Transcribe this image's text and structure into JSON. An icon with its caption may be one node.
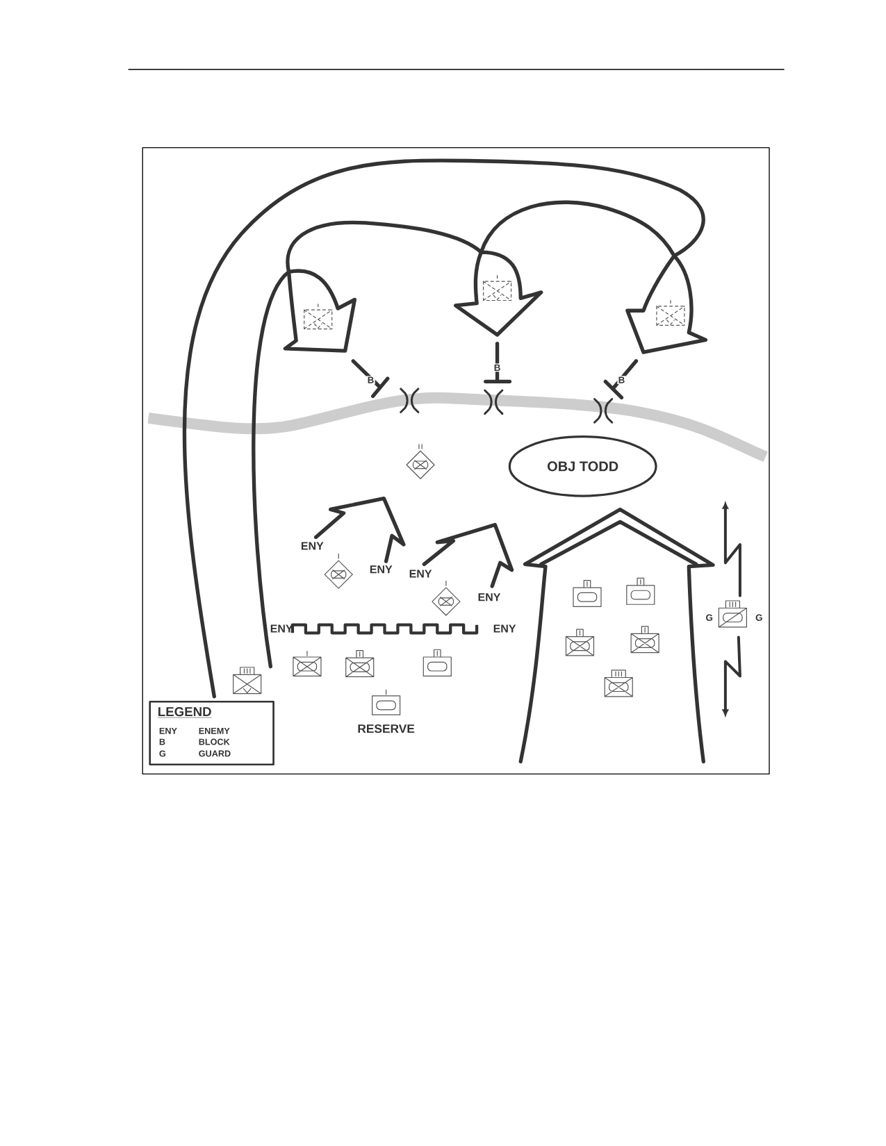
{
  "diagram": {
    "nodes": [
      {
        "text": [
          "OBJ TODD"
        ]
      }
    ],
    "labels": [
      "B",
      "B",
      "B",
      "ENY",
      "ENY",
      "ENY",
      "ENY",
      "ENY",
      "ENY",
      "G",
      "G",
      "RESERVE",
      "LEGEND",
      "ENY",
      "ENEMY",
      "B",
      "BLOCK",
      "G",
      "GUARD"
    ]
  }
}
